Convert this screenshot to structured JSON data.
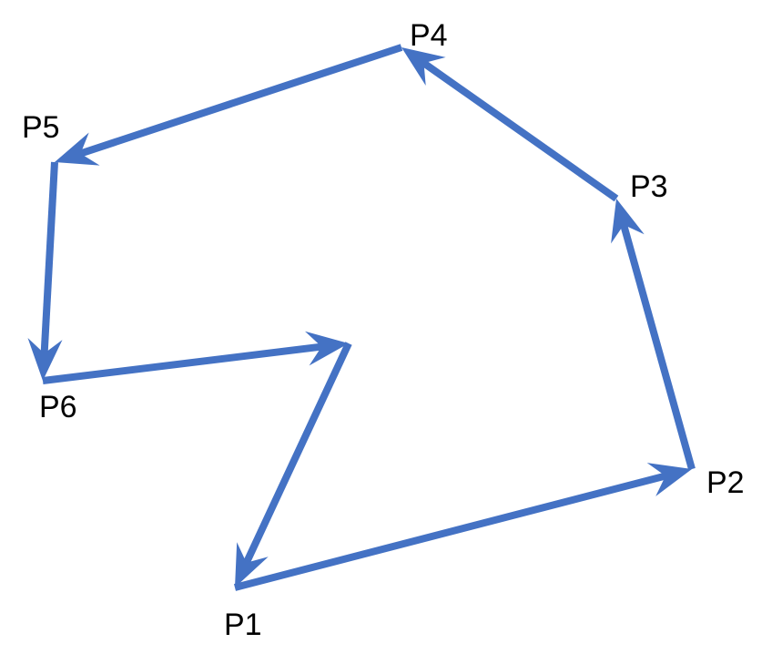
{
  "diagram": {
    "edge_color": "#4472C4",
    "label_color": "#000000",
    "labels": {
      "p1": "P1",
      "p2": "P2",
      "p3": "P3",
      "p4": "P4",
      "p5": "P5",
      "p6": "P6"
    },
    "edges": [
      {
        "from": "P1",
        "to": "P2"
      },
      {
        "from": "P2",
        "to": "P3"
      },
      {
        "from": "P3",
        "to": "P4"
      },
      {
        "from": "P4",
        "to": "P5"
      },
      {
        "from": "P5",
        "to": "P6"
      },
      {
        "from": "P6",
        "to": "center"
      },
      {
        "from": "center",
        "to": "P1"
      }
    ]
  }
}
